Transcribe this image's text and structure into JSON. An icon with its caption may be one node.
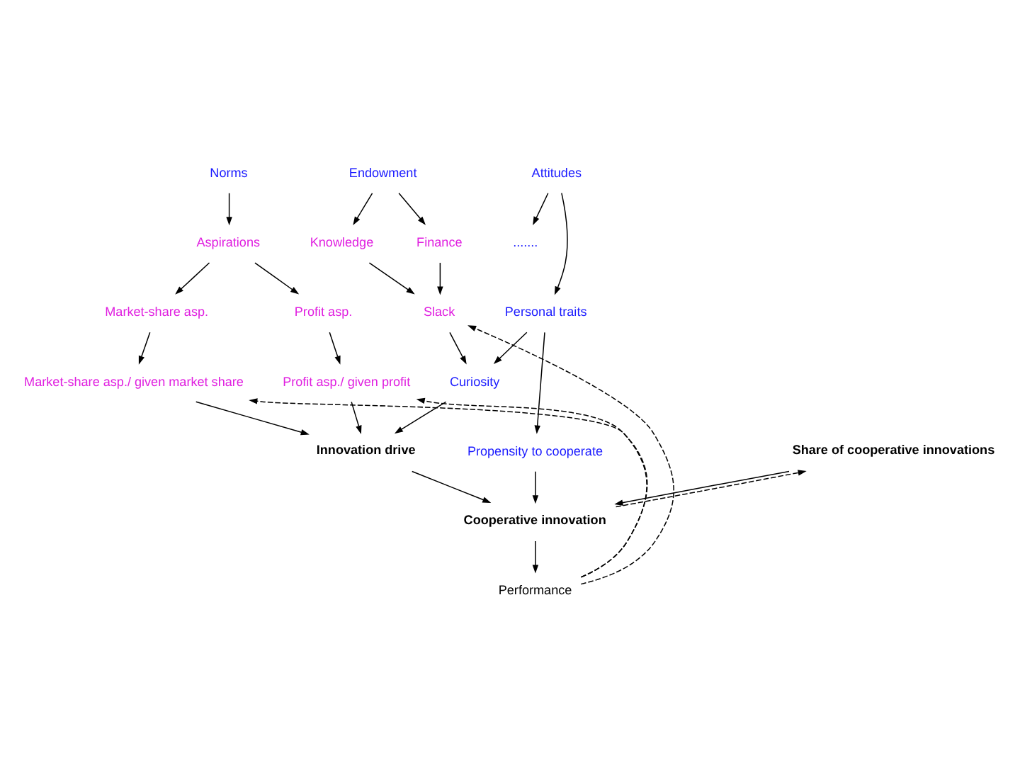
{
  "diagram": {
    "nodes": [
      {
        "text": [
          "Attitudes"
        ]
      },
      {
        "text": [
          "Personal traits"
        ]
      },
      {
        "text": [
          "......."
        ]
      },
      {
        "text": [
          "Norms"
        ]
      },
      {
        "text": [
          "Aspirations"
        ]
      },
      {
        "text": [
          "Endowment"
        ]
      },
      {
        "text": [
          "Profit asp."
        ]
      },
      {
        "text": [
          "Market-share asp."
        ]
      },
      {
        "text": [
          "Knowledge"
        ]
      },
      {
        "text": [
          "Finance"
        ]
      },
      {
        "text": [
          "Propensity to cooperate"
        ]
      },
      {
        "text": [
          "Profit asp./ given profit"
        ]
      },
      {
        "text": [
          "Market-share asp./ given market share"
        ]
      },
      {
        "text": [
          "Curiosity"
        ]
      },
      {
        "text": [
          "Slack"
        ]
      },
      {
        "text": [
          "Innovation drive"
        ]
      },
      {
        "text": [
          "Cooperative innovation"
        ]
      },
      {
        "text": [
          "Share of cooperative innovations"
        ]
      },
      {
        "text": [
          "Performance"
        ]
      }
    ],
    "edges": [
      {
        "from": 0,
        "to": 1,
        "arrow": "to"
      },
      {
        "from": 0,
        "to": 2,
        "arrow": "to"
      },
      {
        "from": 3,
        "to": 4,
        "arrow": "to"
      },
      {
        "from": 4,
        "to": 6,
        "arrow": "to"
      },
      {
        "from": 4,
        "to": 7,
        "arrow": "to"
      },
      {
        "from": 5,
        "to": 8,
        "arrow": "to"
      },
      {
        "from": 5,
        "to": 9,
        "arrow": "to"
      },
      {
        "from": 1,
        "to": 10,
        "arrow": "to"
      },
      {
        "from": 1,
        "to": 13,
        "arrow": "to"
      },
      {
        "from": 6,
        "to": 11,
        "arrow": "to"
      },
      {
        "from": 7,
        "to": 12,
        "arrow": "to"
      },
      {
        "from": 8,
        "to": 14,
        "arrow": "to"
      },
      {
        "from": 9,
        "to": 14,
        "arrow": "to"
      },
      {
        "from": 14,
        "to": 13,
        "arrow": "to"
      },
      {
        "from": 13,
        "to": 15,
        "arrow": "to"
      },
      {
        "from": 11,
        "to": 15,
        "arrow": "to"
      },
      {
        "from": 12,
        "to": 15,
        "arrow": "to"
      },
      {
        "from": 10,
        "to": 16,
        "arrow": "to"
      },
      {
        "from": 15,
        "to": 16,
        "arrow": "to"
      },
      {
        "from": 17,
        "to": 16,
        "arrow": "to"
      },
      {
        "from": 16,
        "to": 17,
        "arrow": "to",
        "style": "dashed"
      },
      {
        "from": 16,
        "to": 18,
        "arrow": "to"
      },
      {
        "from": 18,
        "to": 11,
        "arrow": "to",
        "style": "dashed"
      },
      {
        "from": 18,
        "to": 12,
        "arrow": "to",
        "style": "dashed"
      },
      {
        "from": 18,
        "to": 14,
        "arrow": "to",
        "style": "dashed"
      }
    ]
  }
}
